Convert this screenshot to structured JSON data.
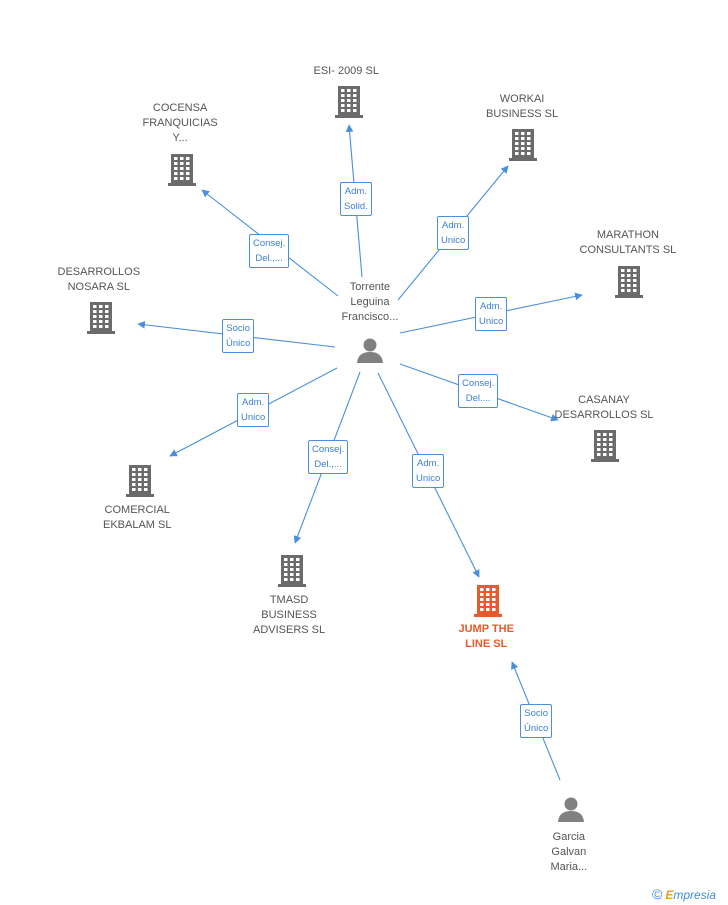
{
  "colors": {
    "edge": "#4a8fdb",
    "building": "#6b6b6b",
    "highlight": "#e65a2c",
    "person": "#808080"
  },
  "nodes": [
    {
      "id": "center",
      "type": "person",
      "label": "Torrente\nLeguina\nFrancisco..."
    },
    {
      "id": "esi2009",
      "type": "company",
      "label": "ESI- 2009 SL"
    },
    {
      "id": "cocensa",
      "type": "company",
      "label": "COCENSA\nFRANQUICIAS\nY..."
    },
    {
      "id": "workai",
      "type": "company",
      "label": "WORKAI\nBUSINESS  SL"
    },
    {
      "id": "marathon",
      "type": "company",
      "label": "MARATHON\nCONSULTANTS SL"
    },
    {
      "id": "desarrollos_nosara",
      "type": "company",
      "label": "DESARROLLOS\nNOSARA SL"
    },
    {
      "id": "casanay",
      "type": "company",
      "label": "CASANAY\nDESARROLLOS SL"
    },
    {
      "id": "comercial",
      "type": "company",
      "label": "COMERCIAL\nEKBALAM SL"
    },
    {
      "id": "tmasd",
      "type": "company",
      "label": "TMASD\nBUSINESS\nADVISERS  SL"
    },
    {
      "id": "jump",
      "type": "company",
      "label": "JUMP THE\nLINE SL",
      "highlight": true
    },
    {
      "id": "garcia",
      "type": "person",
      "label": "Garcia\nGalvan\nMaria..."
    }
  ],
  "edges": [
    {
      "from": "center",
      "to": "esi2009",
      "label": "Adm.\nSolid."
    },
    {
      "from": "center",
      "to": "cocensa",
      "label": "Consej.\nDel.,..."
    },
    {
      "from": "center",
      "to": "workai",
      "label": "Adm.\nUnico"
    },
    {
      "from": "center",
      "to": "marathon",
      "label": "Adm.\nUnico"
    },
    {
      "from": "center",
      "to": "desarrollos_nosara",
      "label": "Socio\nÚnico"
    },
    {
      "from": "center",
      "to": "casanay",
      "label": "Consej.\nDel...."
    },
    {
      "from": "center",
      "to": "comercial",
      "label": "Adm.\nUnico"
    },
    {
      "from": "center",
      "to": "tmasd",
      "label": "Consej.\nDel.,..."
    },
    {
      "from": "center",
      "to": "jump",
      "label": "Adm.\nUnico"
    },
    {
      "from": "garcia",
      "to": "jump",
      "label": "Socio\nÚnico"
    }
  ],
  "watermark": {
    "copyright": "©",
    "brand_initial": "E",
    "brand_rest": "mpresia"
  }
}
